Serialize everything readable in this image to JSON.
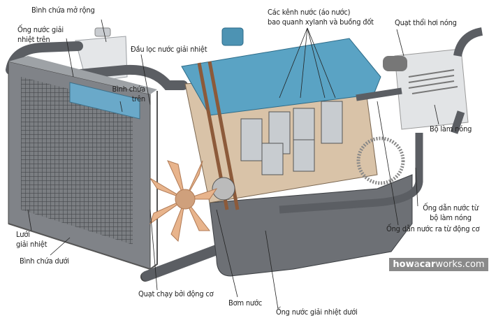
{
  "labels": {
    "expansion_tank": "Bình chứa mở rộng",
    "upper_hose": [
      "Ống nước giải",
      "nhiệt trên"
    ],
    "radiator_cap": "Đầu lọc nước giải nhiệt",
    "upper_tank": [
      "Bình chứa",
      "trên"
    ],
    "water_jacket": [
      "Các kênh nước (áo nước)",
      "bao quanh xylanh và buồng đốt"
    ],
    "heater_fan": "Quạt thổi hơi nóng",
    "heater": "Bộ làm nóng",
    "heater_return_pipe": [
      "Ống dẫn nước từ",
      "bộ làm nóng"
    ],
    "engine_outlet_pipe": "Ống dẫn nước ra từ động cơ",
    "radiator_core": [
      "Lưới",
      "giải nhiệt"
    ],
    "lower_tank": "Bình chứa dưới",
    "engine_fan": "Quạt chạy bởi động cơ",
    "water_pump": "Bơm nước",
    "lower_hose": "Ống nước giải nhiệt dưới"
  },
  "watermark": {
    "a": "how",
    "b": "a",
    "c": "car",
    "d": "works.com"
  },
  "colors": {
    "engine_blue": "#5aa3c4",
    "metal": "#6d7075",
    "fan": "#e8b48c",
    "hose": "#5b5e63"
  }
}
